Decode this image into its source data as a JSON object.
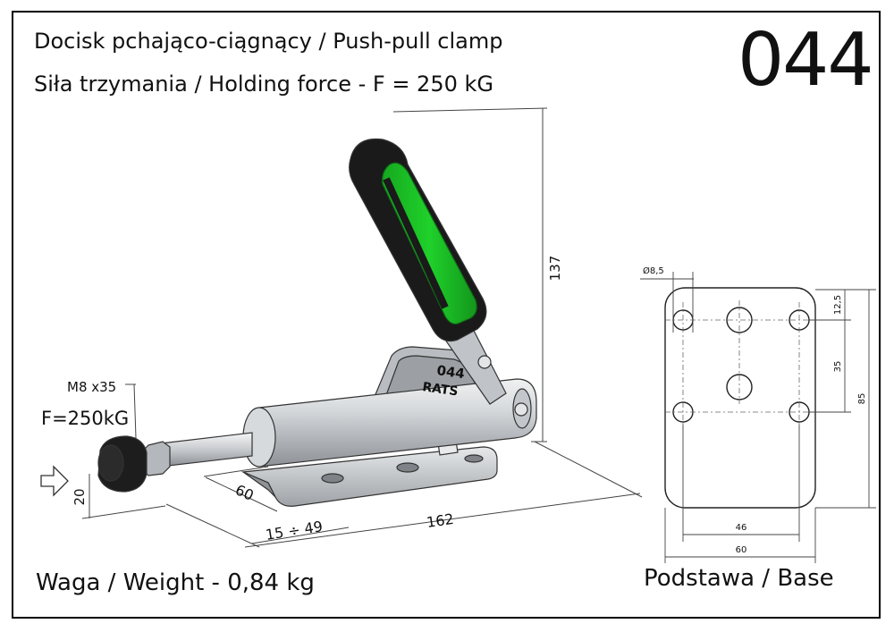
{
  "header": {
    "title_line1": "Docisk pchająco-ciągnący / Push-pull clamp",
    "title_line2": "Siła trzymania / Holding force - F = 250 kG",
    "model_code": "044"
  },
  "footer": {
    "weight": "Waga / Weight - 0,84 kg",
    "base_caption": "Podstawa / Base"
  },
  "clamp": {
    "body_marking_1": "044",
    "body_marking_2": "RATS",
    "thread_label": "M8 x35",
    "force_label": "F=250kG",
    "handle_color": "#1fd12a",
    "grip_color": "#1a1a1a",
    "metal_color": "#c9cccf",
    "dims": {
      "height": "137",
      "left_height": "20",
      "base_length": "60",
      "stroke": "15 ÷ 49",
      "total_length": "162"
    }
  },
  "base": {
    "hole_dia": "Ø8,5",
    "edge_offset": "12,5",
    "hole_spacing_v": "35",
    "height": "85",
    "hole_spacing_h": "46",
    "width": "60"
  }
}
